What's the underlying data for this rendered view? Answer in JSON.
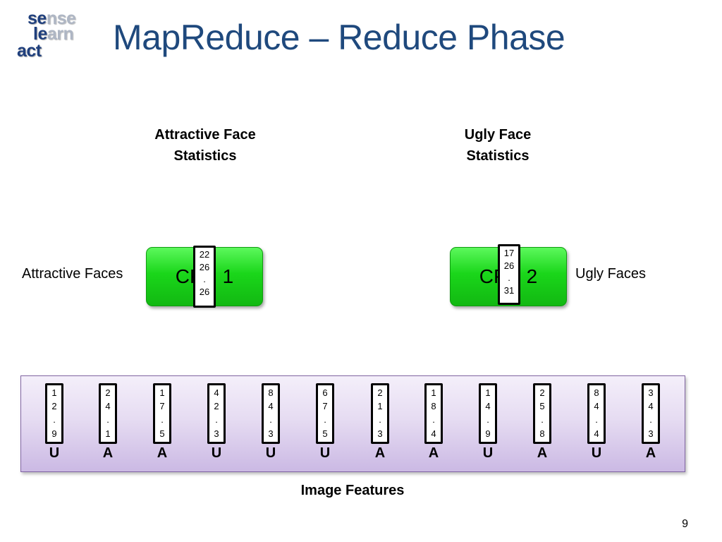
{
  "logo": {
    "row1": [
      "se",
      "nse"
    ],
    "row2": [
      "le",
      "arn"
    ],
    "row3": [
      "act"
    ]
  },
  "title": "MapReduce – Reduce Phase",
  "stats": {
    "left": "Attractive Face\nStatistics",
    "right": "Ugly Face\nStatistics"
  },
  "side_labels": {
    "left": "Attractive Faces",
    "right": "Ugly Faces"
  },
  "cpus": [
    {
      "label": "CPU 1",
      "value_lines": [
        "22",
        "26",
        ".",
        "26"
      ]
    },
    {
      "label": "CPU 2",
      "value_lines": [
        "17",
        "26",
        ".",
        "31"
      ]
    }
  ],
  "features": [
    {
      "lines": [
        "1",
        "2",
        ".",
        "9"
      ],
      "class": "U"
    },
    {
      "lines": [
        "2",
        "4",
        ".",
        "1"
      ],
      "class": "A"
    },
    {
      "lines": [
        "1",
        "7",
        ".",
        "5"
      ],
      "class": "A"
    },
    {
      "lines": [
        "4",
        "2",
        ".",
        "3"
      ],
      "class": "U"
    },
    {
      "lines": [
        "8",
        "4",
        ".",
        "3"
      ],
      "class": "U"
    },
    {
      "lines": [
        "6",
        "7",
        ".",
        "5"
      ],
      "class": "U"
    },
    {
      "lines": [
        "2",
        "1",
        ".",
        "3"
      ],
      "class": "A"
    },
    {
      "lines": [
        "1",
        "8",
        ".",
        "4"
      ],
      "class": "A"
    },
    {
      "lines": [
        "1",
        "4",
        ".",
        "9"
      ],
      "class": "U"
    },
    {
      "lines": [
        "2",
        "5",
        ".",
        "8"
      ],
      "class": "A"
    },
    {
      "lines": [
        "8",
        "4",
        ".",
        "4"
      ],
      "class": "U"
    },
    {
      "lines": [
        "3",
        "4",
        ".",
        "3"
      ],
      "class": "A"
    }
  ],
  "features_caption": "Image Features",
  "slide_number": "9",
  "colors": {
    "title": "#1f497d",
    "cpu_green": "#1ad61a",
    "features_box": "#e6dcf2",
    "features_border": "#8064a2"
  }
}
